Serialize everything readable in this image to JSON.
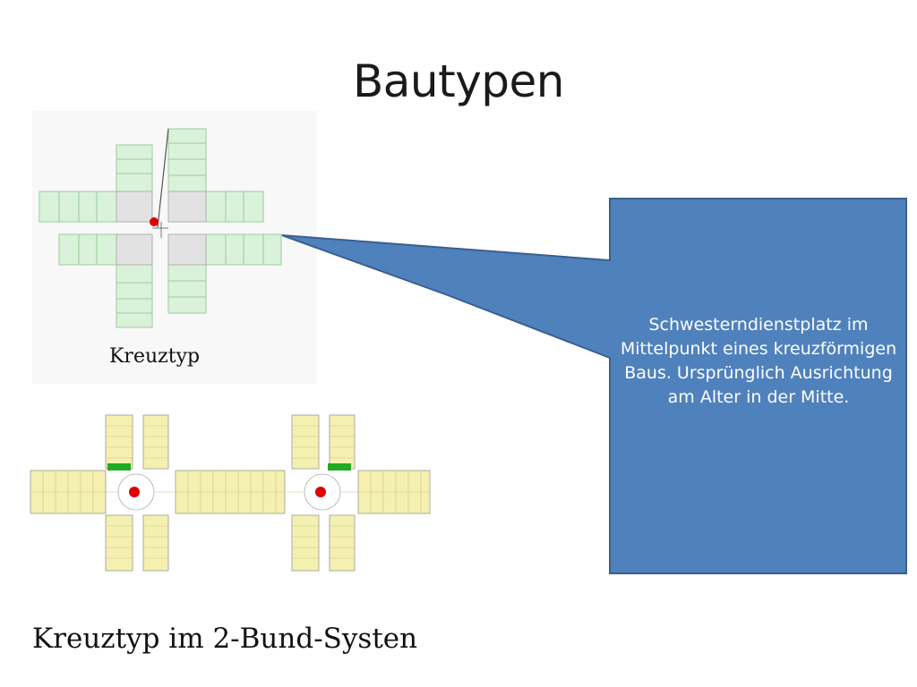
{
  "slide": {
    "title": "Bautypen",
    "figure_top_label": "Kreuztyp",
    "figure_bottom_label": "Kreuztyp im 2-Bund-Systen",
    "callout_text": "Schwesterndienstplatz im Mittelpunkt eines kreuzförmigen Baus. Ursprünglich Ausrichtung am Alter in der Mitte."
  },
  "colors": {
    "callout_fill": "#4f81bd",
    "callout_border": "#3a5f8f",
    "room_green": "#d9f2d9",
    "room_border": "#9ccc9c",
    "core_gray": "#e2e2e2",
    "room_yellow": "#f4f0b0",
    "station_red": "#e00000",
    "marker_green": "#22aa22"
  }
}
